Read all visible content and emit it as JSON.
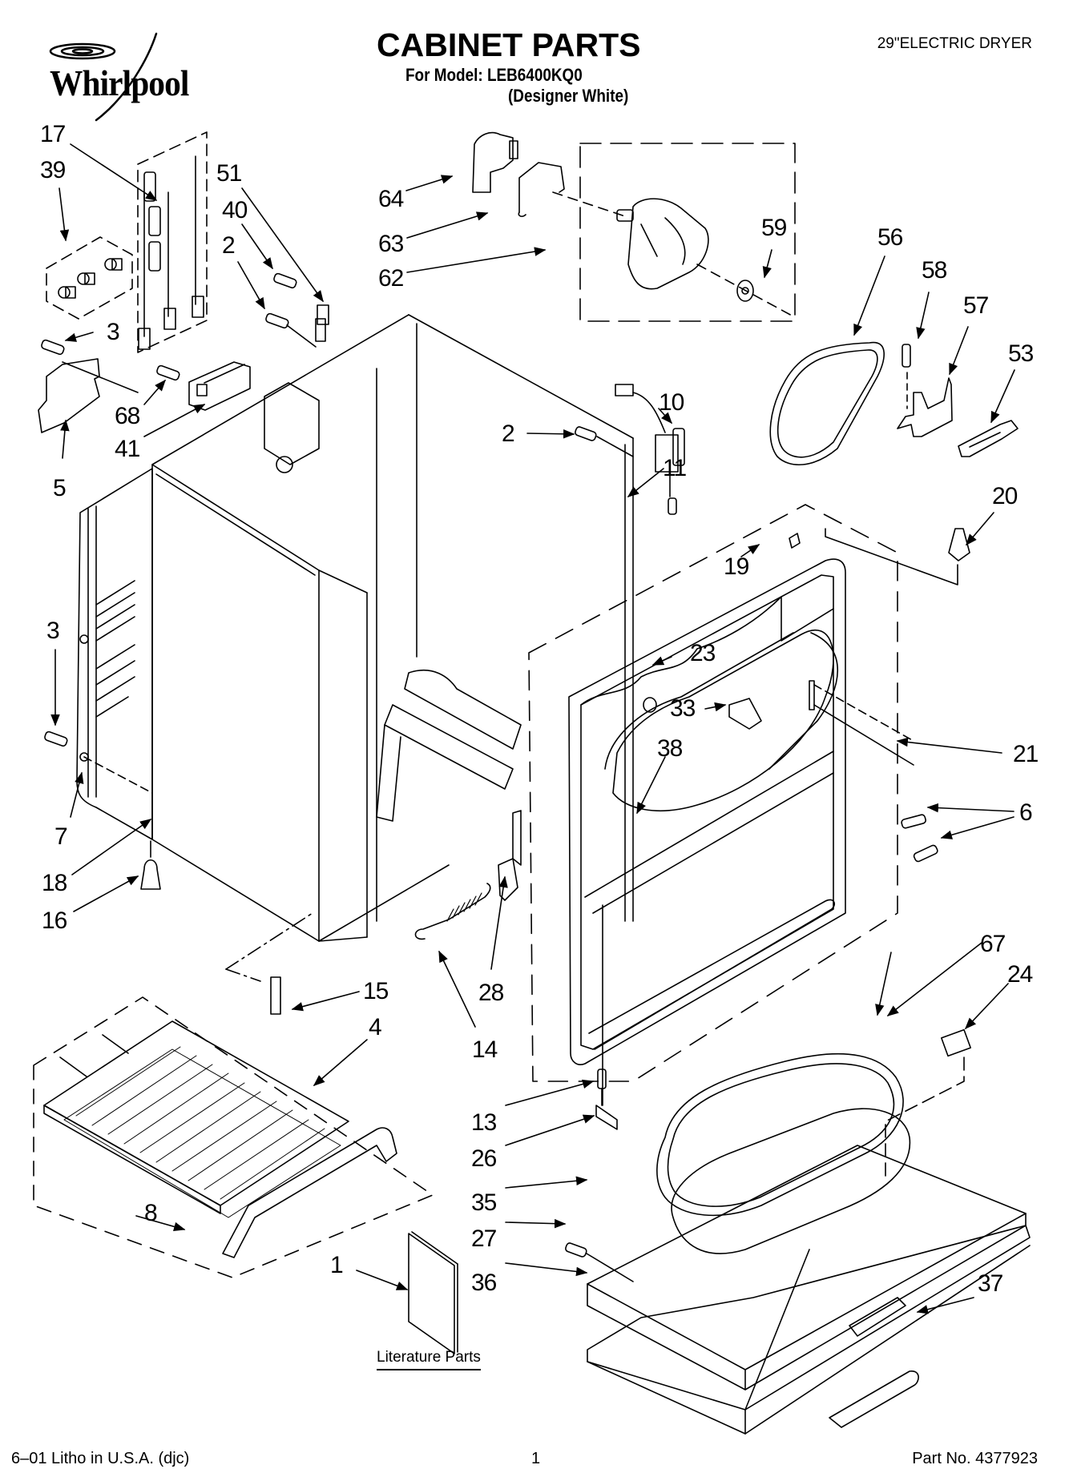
{
  "header": {
    "brand": "Whirlpool",
    "title": "CABINET PARTS",
    "model_line": "For Model: LEB6400KQ0",
    "color_line": "(Designer White)",
    "product": "29\"ELECTRIC DRYER"
  },
  "callouts": [
    {
      "id": "17",
      "label": "17"
    },
    {
      "id": "39",
      "label": "39"
    },
    {
      "id": "51",
      "label": "51"
    },
    {
      "id": "40",
      "label": "40"
    },
    {
      "id": "2a",
      "label": "2"
    },
    {
      "id": "3a",
      "label": "3"
    },
    {
      "id": "68",
      "label": "68"
    },
    {
      "id": "41",
      "label": "41"
    },
    {
      "id": "5",
      "label": "5"
    },
    {
      "id": "64",
      "label": "64"
    },
    {
      "id": "63",
      "label": "63"
    },
    {
      "id": "62",
      "label": "62"
    },
    {
      "id": "59",
      "label": "59"
    },
    {
      "id": "56",
      "label": "56"
    },
    {
      "id": "58",
      "label": "58"
    },
    {
      "id": "57",
      "label": "57"
    },
    {
      "id": "53",
      "label": "53"
    },
    {
      "id": "10",
      "label": "10"
    },
    {
      "id": "2b",
      "label": "2"
    },
    {
      "id": "11",
      "label": "11"
    },
    {
      "id": "20",
      "label": "20"
    },
    {
      "id": "19",
      "label": "19"
    },
    {
      "id": "23",
      "label": "23"
    },
    {
      "id": "33",
      "label": "33"
    },
    {
      "id": "38",
      "label": "38"
    },
    {
      "id": "21",
      "label": "21"
    },
    {
      "id": "6",
      "label": "6"
    },
    {
      "id": "3b",
      "label": "3"
    },
    {
      "id": "7",
      "label": "7"
    },
    {
      "id": "18",
      "label": "18"
    },
    {
      "id": "16",
      "label": "16"
    },
    {
      "id": "15",
      "label": "15"
    },
    {
      "id": "28",
      "label": "28"
    },
    {
      "id": "14",
      "label": "14"
    },
    {
      "id": "4",
      "label": "4"
    },
    {
      "id": "8",
      "label": "8"
    },
    {
      "id": "1",
      "label": "1"
    },
    {
      "id": "67",
      "label": "67"
    },
    {
      "id": "24",
      "label": "24"
    },
    {
      "id": "13",
      "label": "13"
    },
    {
      "id": "26",
      "label": "26"
    },
    {
      "id": "35",
      "label": "35"
    },
    {
      "id": "27",
      "label": "27"
    },
    {
      "id": "36",
      "label": "36"
    },
    {
      "id": "37",
      "label": "37"
    }
  ],
  "literature_label": "Literature Parts",
  "footer": {
    "left": "6–01 Litho in U.S.A. (djc)",
    "page": "1",
    "part_no": "Part No. 4377923"
  }
}
